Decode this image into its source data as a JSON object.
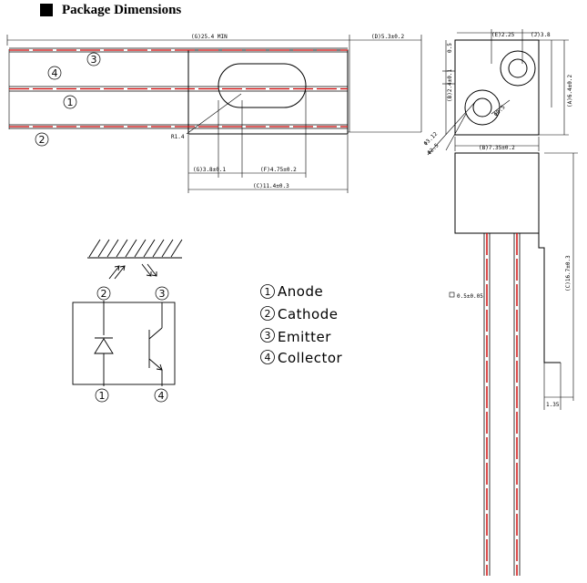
{
  "title": "Package Dimensions",
  "dims": {
    "overall_length": "(G)25.4 MIN",
    "body_length": "(D)5.3±0.2",
    "slot_a": "(G)3.8±0.1",
    "slot_b": "(F)4.75±0.2",
    "body_width": "(C)11.4±0.3",
    "radius": "R1.4",
    "side_a": "(E)2.25",
    "side_b": "(J)3.8",
    "top_h1": "0.5",
    "top_h2": "(B)2.4±0.1",
    "top_h3": "(A)6.4±0.2",
    "diam1": "Φ3.12",
    "diam2": "Φ2.5",
    "diam3": "Φ0.5",
    "front_width": "(B)7.35±0.2",
    "front_height": "(C)16.7±0.3",
    "lead_size": "0.5±0.05",
    "lead_gap": "1.35"
  },
  "pins": {
    "p1": "1",
    "p2": "2",
    "p3": "3",
    "p4": "4"
  },
  "legend": [
    {
      "num": "1",
      "label": "Anode"
    },
    {
      "num": "2",
      "label": "Cathode"
    },
    {
      "num": "3",
      "label": "Emitter"
    },
    {
      "num": "4",
      "label": "Collector"
    }
  ],
  "colors": {
    "lead_stripe": "#cc0000",
    "line": "#000000"
  }
}
